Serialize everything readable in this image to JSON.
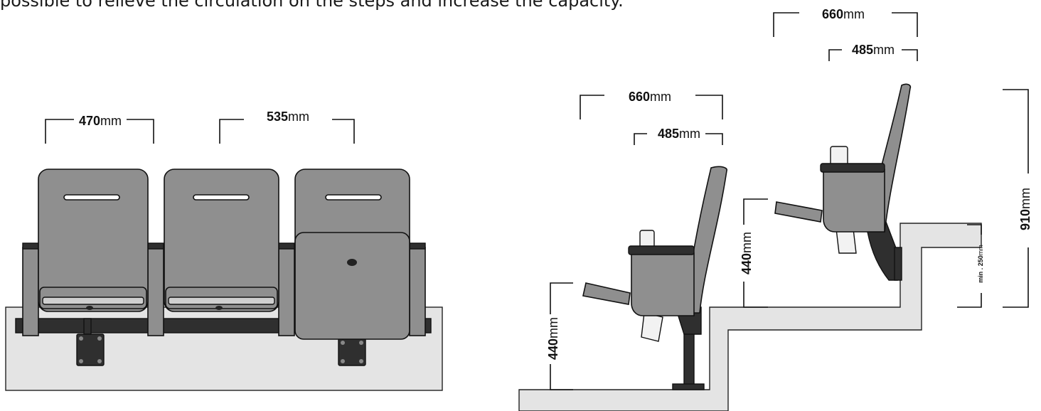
{
  "intro_text": "possible to relieve the circulation on the steps and increase the capacity.",
  "front_view": {
    "dim_seat_width": {
      "value": "470",
      "unit": "mm"
    },
    "dim_center_spacing": {
      "value": "535",
      "unit": "mm"
    }
  },
  "side_view_lower": {
    "dim_depth_open": {
      "value": "660",
      "unit": "mm"
    },
    "dim_depth_closed": {
      "value": "485",
      "unit": "mm"
    },
    "dim_seat_height": {
      "value": "440",
      "unit": "mm"
    }
  },
  "side_view_upper": {
    "dim_depth_open": {
      "value": "660",
      "unit": "mm"
    },
    "dim_depth_closed": {
      "value": "485",
      "unit": "mm"
    },
    "dim_seat_height": {
      "value": "440",
      "unit": "mm"
    },
    "dim_total_height": {
      "value": "910",
      "unit": "mm"
    },
    "dim_step_height": {
      "value": "min . 250",
      "unit": "mm"
    }
  }
}
